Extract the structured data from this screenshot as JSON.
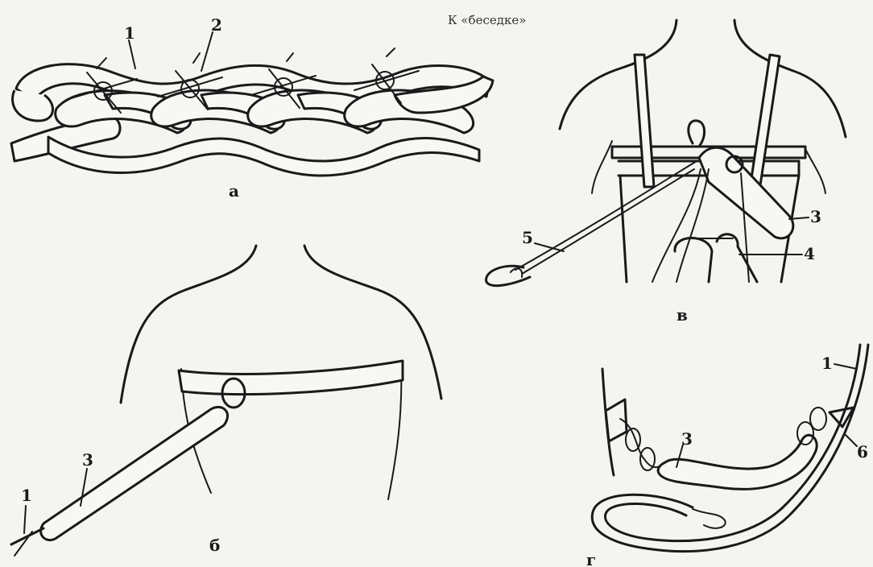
{
  "title": "К «беседке»",
  "panels": {
    "a": {
      "caption": "а",
      "callouts": [
        "1",
        "2"
      ]
    },
    "b": {
      "caption": "б",
      "callouts": [
        "1",
        "3"
      ]
    },
    "v": {
      "caption": "в",
      "callouts": [
        "3",
        "4",
        "5"
      ]
    },
    "g": {
      "caption": "г",
      "callouts": [
        "1",
        "3",
        "6"
      ]
    }
  }
}
